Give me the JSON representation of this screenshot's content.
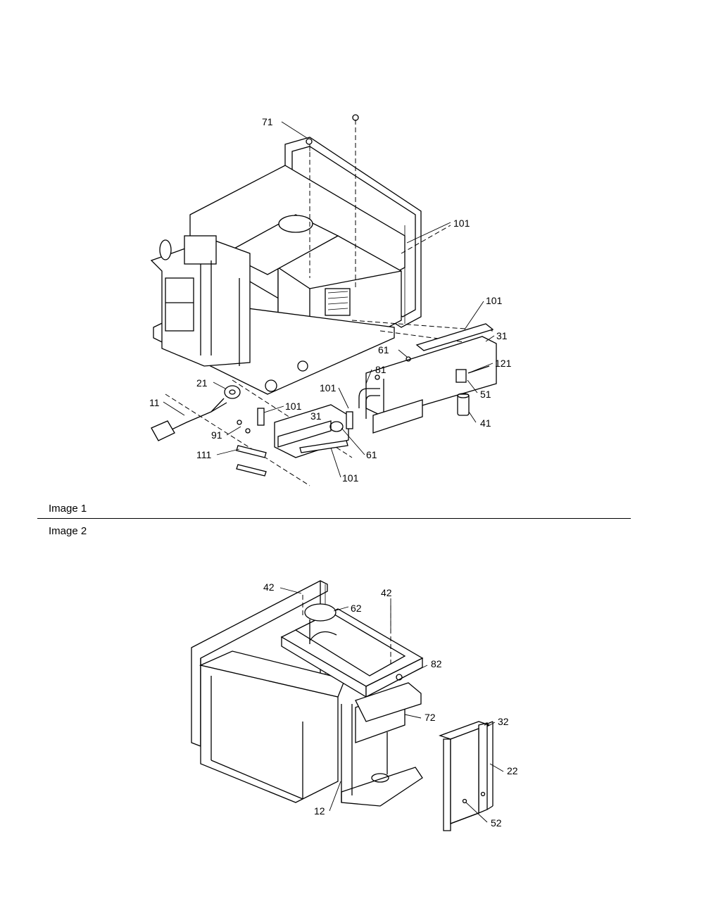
{
  "captions": {
    "image1": "Image 1",
    "image2": "Image 2"
  },
  "image1_callouts": {
    "c71": "71",
    "c101_top": "101",
    "c101_rail": "101",
    "c31_right": "31",
    "c61_right": "61",
    "c121": "121",
    "c81": "81",
    "c51": "51",
    "c41": "41",
    "c21": "21",
    "c11": "11",
    "c101_mid": "101",
    "c101_left": "101",
    "c31_lower": "31",
    "c91": "91",
    "c111": "111",
    "c61_lower": "61",
    "c101_bottom": "101"
  },
  "image2_callouts": {
    "c42_left": "42",
    "c62": "62",
    "c42_right": "42",
    "c82": "82",
    "c72": "72",
    "c32": "32",
    "c22": "22",
    "c12": "12",
    "c52": "52"
  }
}
